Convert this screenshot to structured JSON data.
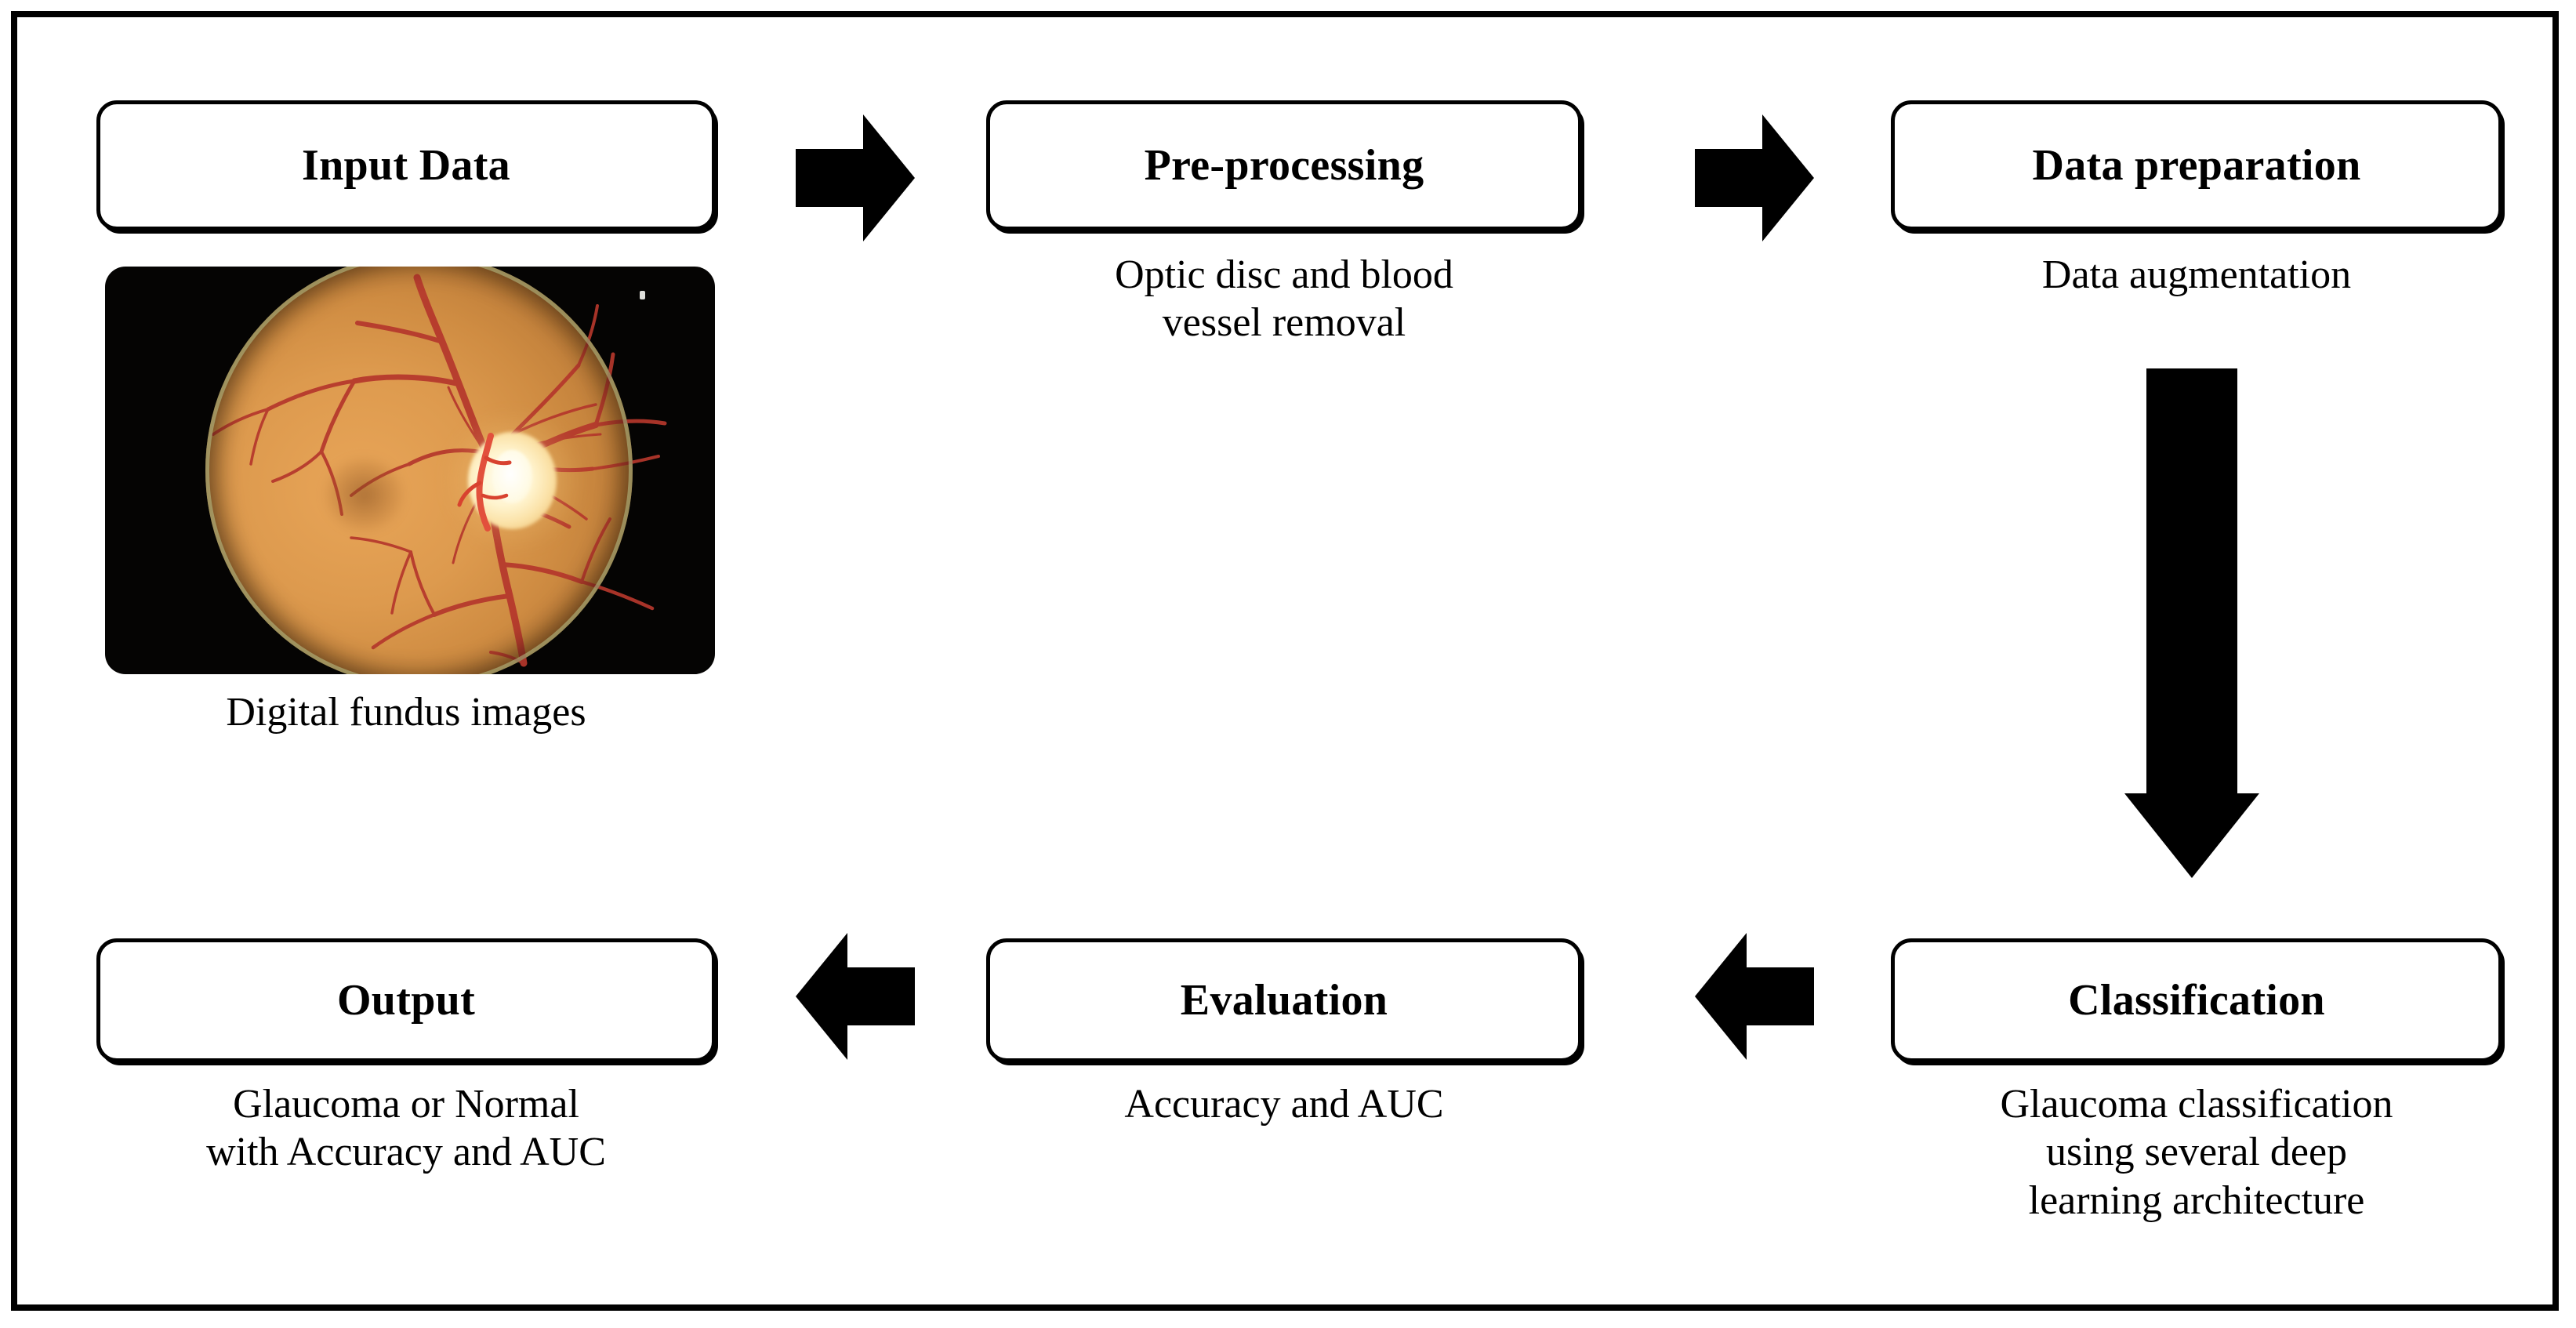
{
  "diagram": {
    "title": "Glaucoma detection pipeline flowchart",
    "frame_border_color": "#000000",
    "background_color": "#ffffff",
    "arrow_color": "#000000",
    "steps": [
      {
        "id": "input-data",
        "label": "Input Data",
        "caption": "Digital fundus images"
      },
      {
        "id": "pre-processing",
        "label": "Pre-processing",
        "caption": "Optic disc and blood\nvessel removal"
      },
      {
        "id": "data-preparation",
        "label": "Data preparation",
        "caption": "Data augmentation"
      },
      {
        "id": "classification",
        "label": "Classification",
        "caption": "Glaucoma classification\nusing several deep\nlearning architecture"
      },
      {
        "id": "evaluation",
        "label": "Evaluation",
        "caption": "Accuracy and AUC"
      },
      {
        "id": "output",
        "label": "Output",
        "caption": "Glaucoma or Normal\nwith Accuracy and AUC"
      }
    ],
    "connectors": [
      {
        "id": "arrow-input-to-preprocessing",
        "direction": "right"
      },
      {
        "id": "arrow-preprocessing-to-datapreparation",
        "direction": "right"
      },
      {
        "id": "arrow-datapreparation-to-classification",
        "direction": "down"
      },
      {
        "id": "arrow-classification-to-evaluation",
        "direction": "left"
      },
      {
        "id": "arrow-evaluation-to-output",
        "direction": "left"
      }
    ],
    "image": {
      "id": "fundus-image",
      "alt": "Digital fundus photograph of the retina showing optic disc and blood vessels",
      "background_color": "#050403",
      "retina_color": "#dd9a4e",
      "optic_disc_color": "#fff4cf",
      "vessel_color": "#b5372c"
    }
  }
}
